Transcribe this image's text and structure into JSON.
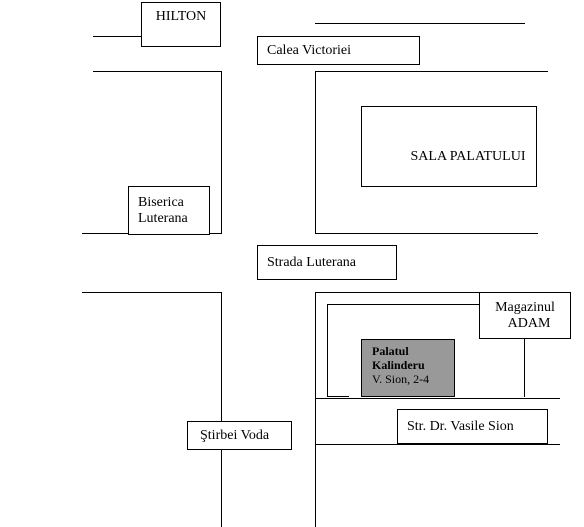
{
  "labels": {
    "hilton": "HILTON",
    "calea_victoriei": "Calea Victoriei",
    "sala_palatului": "SALA PALATULUI",
    "biserica_line1": "Biserica",
    "biserica_line2": "Luterana",
    "strada_luterana": "Strada Luterana",
    "magazinul_line1": "Magazinul",
    "magazinul_line2": "ADAM",
    "palatul_line1": "Palatul",
    "palatul_line2": "Kalinderu",
    "palatul_address": "V. Sion, 2-4",
    "stirbei_voda": "Ştirbei Voda",
    "str_vasile_sion": "Str. Dr. Vasile Sion"
  },
  "colors": {
    "line": "#000000",
    "highlight": "#999999",
    "background": "#ffffff"
  }
}
